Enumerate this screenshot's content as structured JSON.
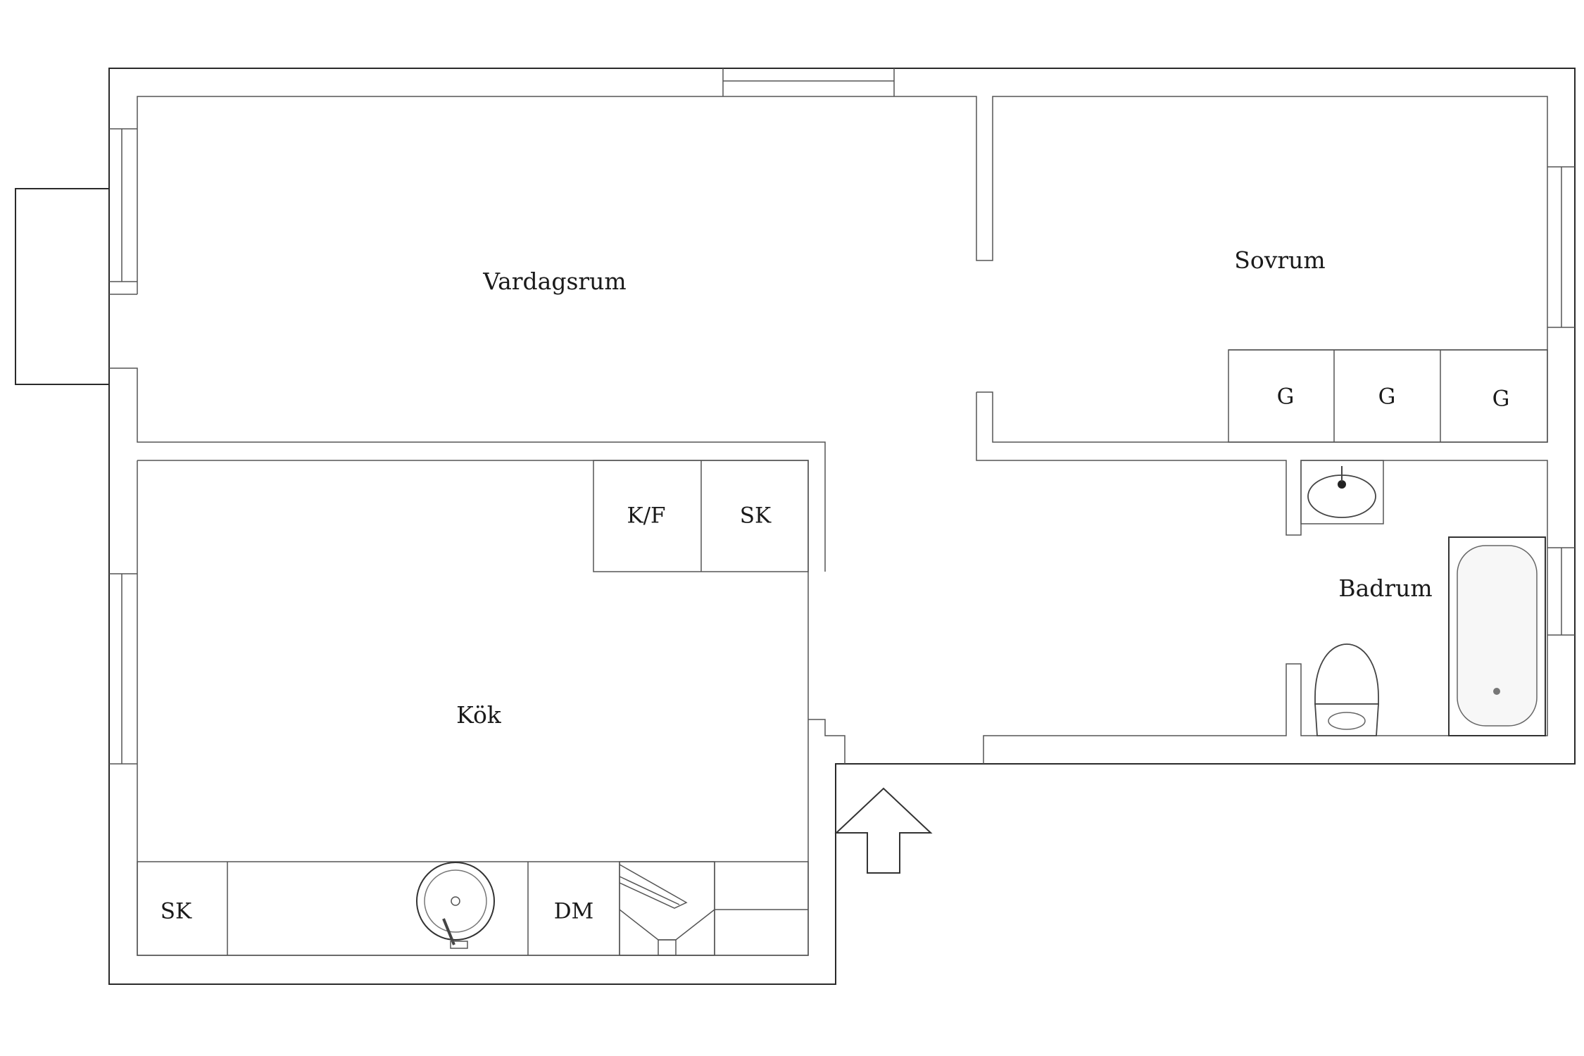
{
  "rooms": {
    "vardagsrum": "Vardagsrum",
    "sovrum": "Sovrum",
    "kok": "Kök",
    "badrum": "Badrum"
  },
  "fixtures": {
    "g1": "G",
    "g2": "G",
    "g3": "G",
    "kf": "K/F",
    "sk_top": "SK",
    "sk_bottom": "SK",
    "dm": "DM"
  },
  "icons": {
    "entrance": "up-arrow-icon",
    "sink": "kitchen-sink-icon",
    "stove": "stove-icon",
    "washbasin": "washbasin-icon",
    "toilet": "toilet-icon",
    "bathtub": "bathtub-icon"
  }
}
